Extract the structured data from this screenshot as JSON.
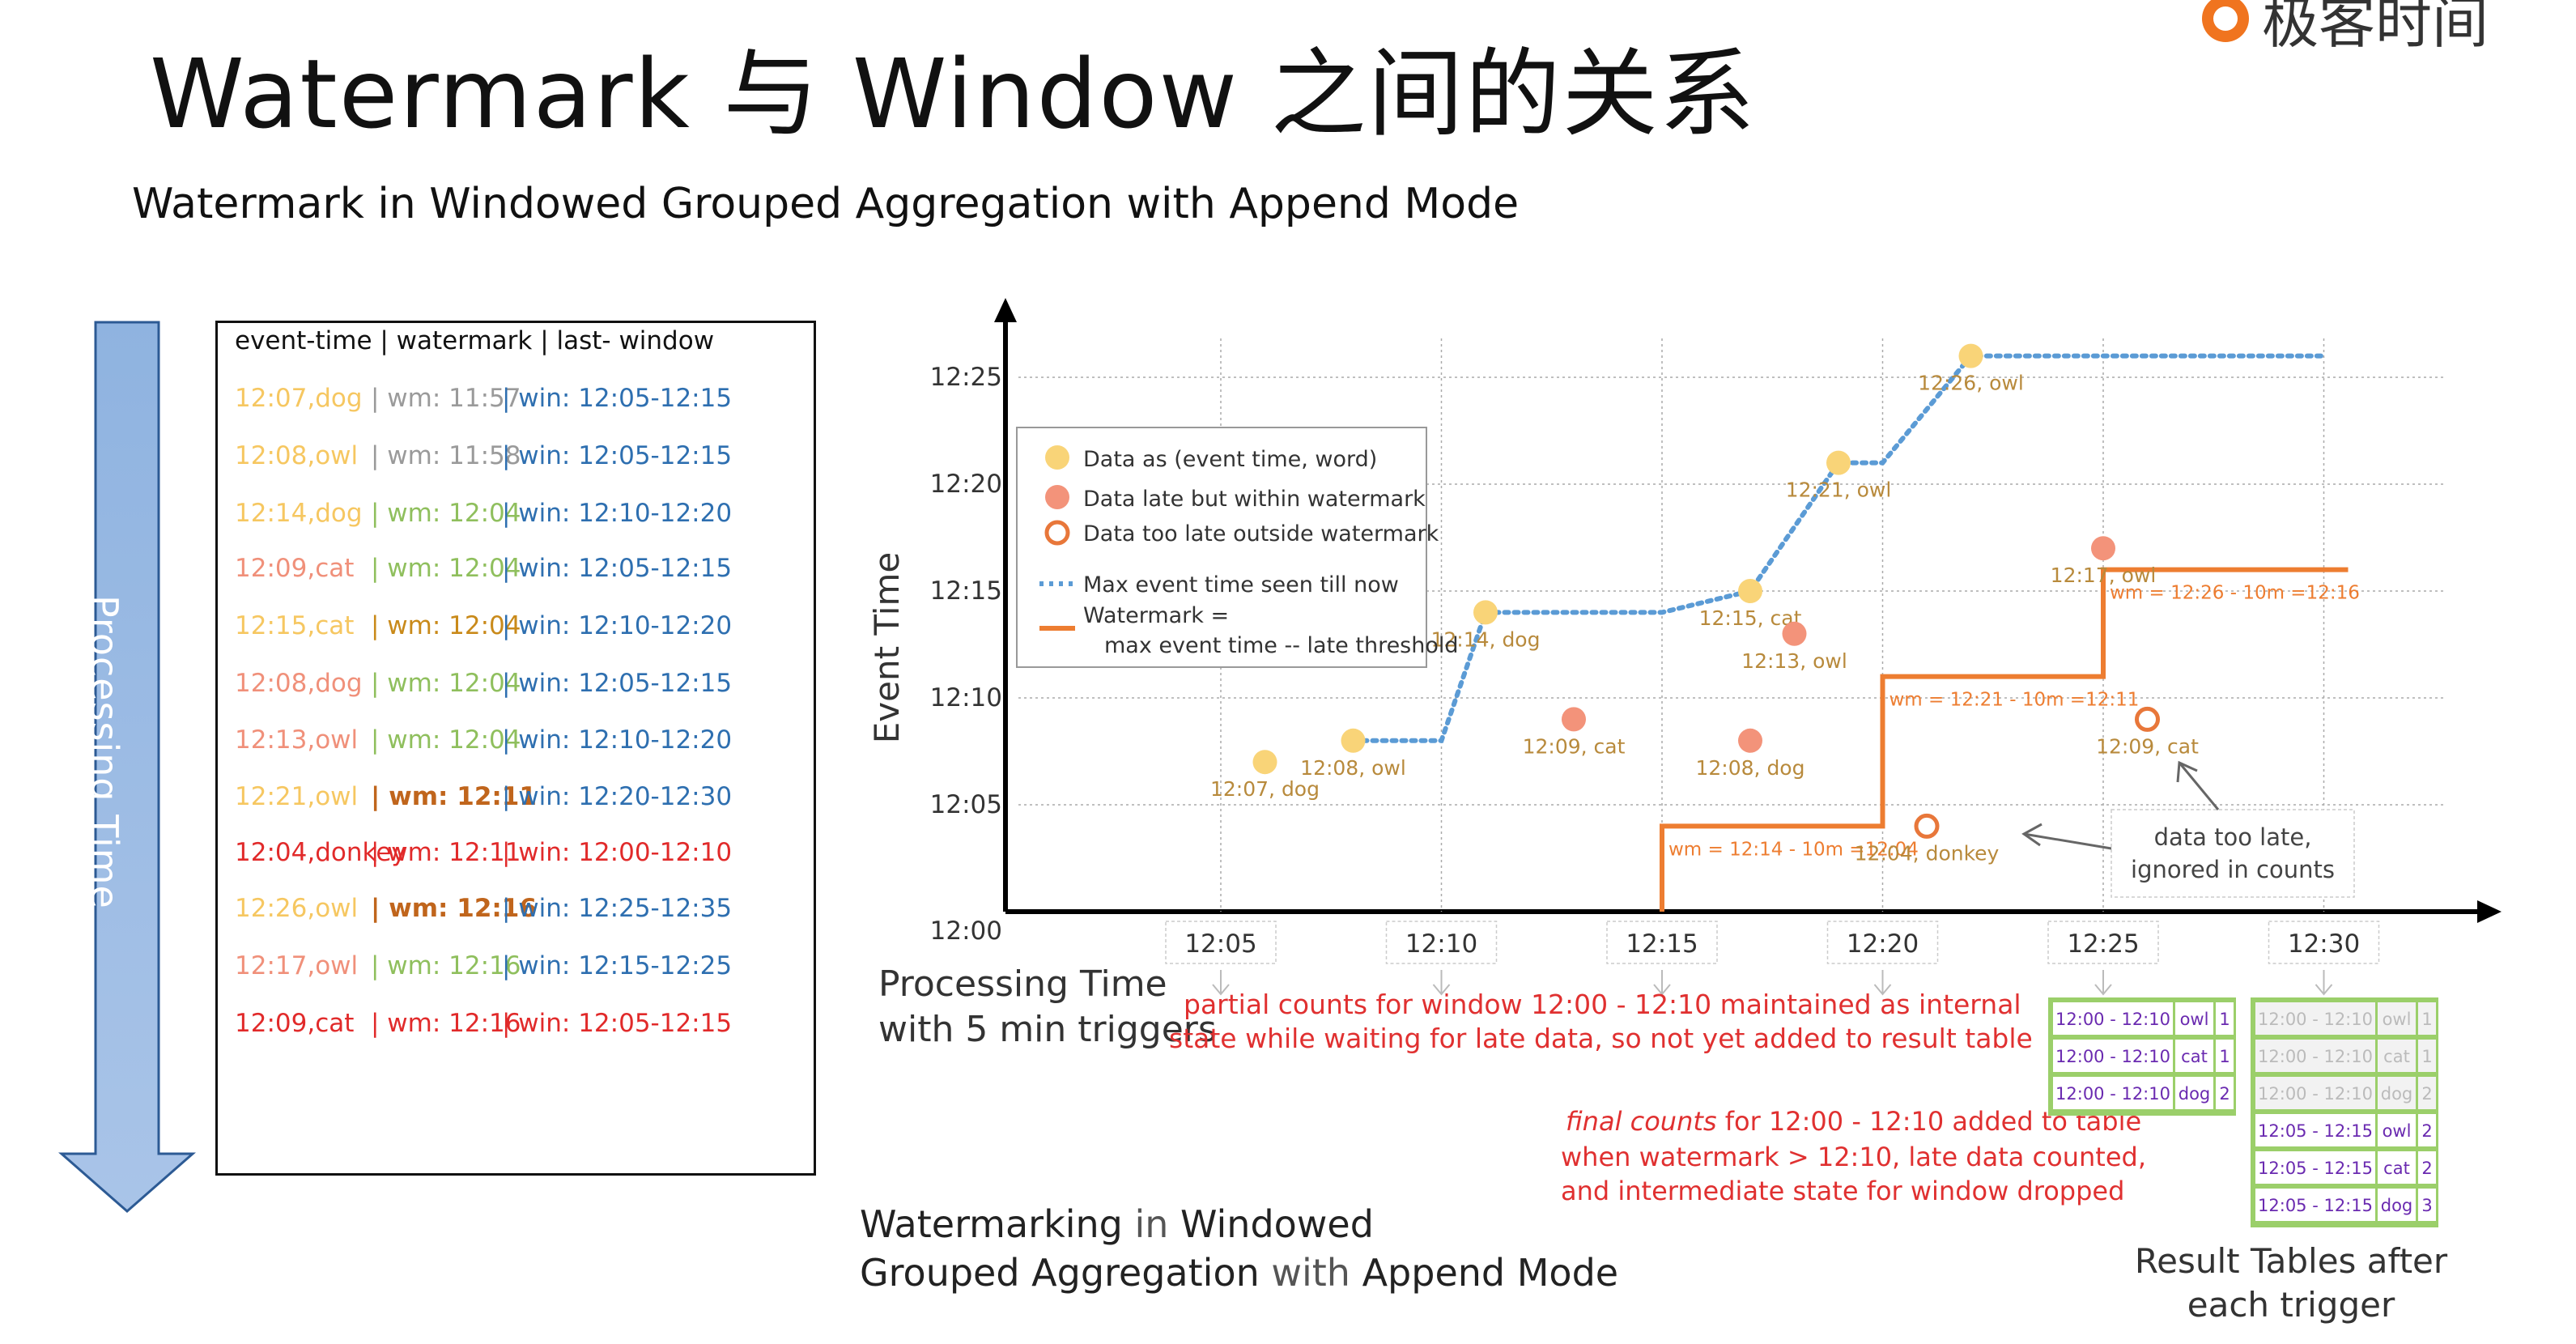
{
  "header": {
    "title": "Watermark 与 Window 之间的关系",
    "logo_text": "极客时间",
    "subtitle": "Watermark in Windowed Grouped Aggregation with Append Mode"
  },
  "left_panel": {
    "arrow_label": "Processing Time",
    "table_header": "event-time | watermark | last- window",
    "rows": [
      {
        "event": "12:07,dog",
        "wm": "| wm: 11:57",
        "win": "| win: 12:05-12:15",
        "event_color": "#f6c761",
        "wm_color": "#9a9a9a",
        "wm_bold": false,
        "row_color": ""
      },
      {
        "event": "12:08,owl",
        "wm": "| wm: 11:58",
        "win": "| win: 12:05-12:15",
        "event_color": "#f6c761",
        "wm_color": "#9a9a9a",
        "wm_bold": false,
        "row_color": ""
      },
      {
        "event": " 12:14,dog",
        "wm": "| wm: 12:04",
        "win": "| win: 12:10-12:20",
        "event_color": "#f6c761",
        "wm_color": "#8fbf5d",
        "wm_bold": false,
        "row_color": ""
      },
      {
        "event": "12:09,cat",
        "wm": "| wm: 12:04",
        "win": "| win: 12:05-12:15",
        "event_color": "#f0907a",
        "wm_color": "#8fbf5d",
        "wm_bold": false,
        "row_color": ""
      },
      {
        "event": "12:15,cat",
        "wm": "| wm: 12:04",
        "win": "| win: 12:10-12:20",
        "event_color": "#f6c761",
        "wm_color": "#c98a1a",
        "wm_bold": false,
        "row_color": ""
      },
      {
        "event": "12:08,dog",
        "wm": "| wm: 12:04",
        "win": "| win: 12:05-12:15",
        "event_color": "#f0907a",
        "wm_color": "#8fbf5d",
        "wm_bold": false,
        "row_color": ""
      },
      {
        "event": "12:13,owl",
        "wm": "| wm: 12:04",
        "win": "| win: 12:10-12:20",
        "event_color": "#f0907a",
        "wm_color": "#8fbf5d",
        "wm_bold": false,
        "row_color": ""
      },
      {
        "event": "12:21,owl",
        "wm": "| wm: 12:11",
        "win": "| win: 12:20-12:30",
        "event_color": "#f6c761",
        "wm_color": "#c0651c",
        "wm_bold": true,
        "row_color": ""
      },
      {
        "event": "12:04,donkey",
        "wm": "| wm: 12:11",
        "win": "| win: 12:00-12:10",
        "event_color": "#e12a2a",
        "wm_color": "#e12a2a",
        "wm_bold": false,
        "row_color": "#e12a2a"
      },
      {
        "event": "12:26,owl",
        "wm": "| wm: 12:16",
        "win": "| win: 12:25-12:35",
        "event_color": "#f6c761",
        "wm_color": "#c0651c",
        "wm_bold": true,
        "row_color": ""
      },
      {
        "event": "12:17,owl",
        "wm": "| wm: 12:16",
        "win": "| win: 12:15-12:25",
        "event_color": "#f0907a",
        "wm_color": "#8fbf5d",
        "wm_bold": false,
        "row_color": ""
      },
      {
        "event": "12:09,cat",
        "wm": "| wm: 12:16",
        "win": "| win: 12:05-12:15",
        "event_color": "#e12a2a",
        "wm_color": "#e12a2a",
        "wm_bold": false,
        "row_color": "#e12a2a"
      }
    ]
  },
  "diagram": {
    "y_axis_label": "Event Time",
    "y_ticks": [
      "12:00",
      "12:05",
      "12:10",
      "12:15",
      "12:20",
      "12:25"
    ],
    "x_ticks": [
      "12:05",
      "12:10",
      "12:15",
      "12:20",
      "12:25",
      "12:30"
    ],
    "x_axis_label_line1": "Processing Time",
    "x_axis_label_line2": "with 5 min triggers",
    "legend": {
      "on_time": "Data as (event time, word)",
      "late": "Data late but within watermark",
      "too_late": "Data too late outside watermark",
      "max_event": "Max event time seen till now",
      "watermark_line1": "Watermark =",
      "watermark_line2": "max event time -- late threshold"
    },
    "points": [
      {
        "label": "12:07, dog",
        "processing": "12:06",
        "event": "12:07",
        "kind": "on_time"
      },
      {
        "label": "12:08, owl",
        "processing": "12:08",
        "event": "12:08",
        "kind": "on_time"
      },
      {
        "label": "12:14, dog",
        "processing": "12:11",
        "event": "12:14",
        "kind": "on_time"
      },
      {
        "label": "12:09, cat",
        "processing": "12:13",
        "event": "12:09",
        "kind": "late"
      },
      {
        "label": "12:15, cat",
        "processing": "12:17",
        "event": "12:15",
        "kind": "on_time"
      },
      {
        "label": "12:08, dog",
        "processing": "12:17",
        "event": "12:08",
        "kind": "late"
      },
      {
        "label": "12:13, owl",
        "processing": "12:18",
        "event": "12:13",
        "kind": "late"
      },
      {
        "label": "12:21, owl",
        "processing": "12:19",
        "event": "12:21",
        "kind": "on_time"
      },
      {
        "label": "12:04, donkey",
        "processing": "12:21",
        "event": "12:04",
        "kind": "too_late"
      },
      {
        "label": "12:26, owl",
        "processing": "12:22",
        "event": "12:26",
        "kind": "on_time"
      },
      {
        "label": "12:17, owl",
        "processing": "12:25",
        "event": "12:17",
        "kind": "late"
      },
      {
        "label": "12:09, cat",
        "processing": "12:26",
        "event": "12:09",
        "kind": "too_late"
      }
    ],
    "wm_labels": [
      "wm = 12:14 - 10m =12:04",
      "wm = 12:21 - 10m =12:11",
      "wm = 12:26 - 10m =12:16"
    ],
    "late_note_line1": "data too late,",
    "late_note_line2": "ignored in counts",
    "partial_note_line1": "partial counts for window 12:00 - 12:10 maintained as internal",
    "partial_note_line2": "state while waiting for late data, so not yet added  to result table",
    "final_note_em": "final counts",
    "final_note_line1_rest": " for 12:00 - 12:10 added to table",
    "final_note_line2": "when watermark > 12:10, late data counted,",
    "final_note_line3": "and intermediate state for window dropped",
    "result_label_line1": "Result Tables after",
    "result_label_line2": "each trigger",
    "caption_line1_a": "Watermarking",
    "caption_line1_b": " in ",
    "caption_line1_c": "Windowed",
    "caption_line2_a": "Grouped Aggregation",
    "caption_line2_b": " with ",
    "caption_line2_c": "Append Mode",
    "table_1225": [
      {
        "window": "12:00 - 12:10",
        "word": "owl",
        "count": "1"
      },
      {
        "window": "12:00 - 12:10",
        "word": "cat",
        "count": "1"
      },
      {
        "window": "12:00 - 12:10",
        "word": "dog",
        "count": "2"
      }
    ],
    "table_1230": [
      {
        "window": "12:00 - 12:10",
        "word": "owl",
        "count": "1",
        "faded": true
      },
      {
        "window": "12:00 - 12:10",
        "word": "cat",
        "count": "1",
        "faded": true
      },
      {
        "window": "12:00 - 12:10",
        "word": "dog",
        "count": "2",
        "faded": true
      },
      {
        "window": "12:05 - 12:15",
        "word": "owl",
        "count": "2",
        "faded": false
      },
      {
        "window": "12:05 - 12:15",
        "word": "cat",
        "count": "2",
        "faded": false
      },
      {
        "window": "12:05 - 12:15",
        "word": "dog",
        "count": "3",
        "faded": false
      }
    ],
    "colors": {
      "on_time": "#f9d478",
      "late": "#f3937a",
      "too_late": "#e8773a",
      "max_event_line": "#5b9bd5",
      "watermark_line": "#ed7d31",
      "point_label": "#b88a3c",
      "red_note": "#e03030",
      "table_green": "#9bcf6a",
      "table_text": "#6a2ab0"
    }
  }
}
